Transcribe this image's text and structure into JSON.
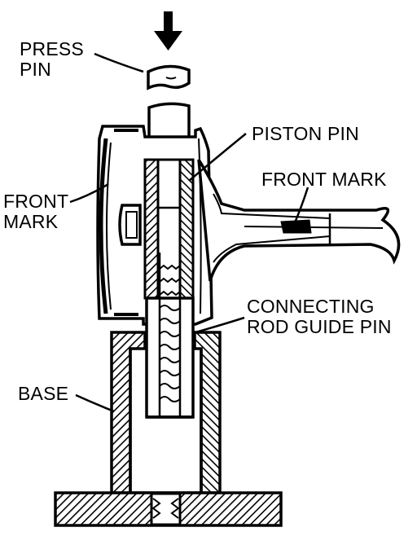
{
  "labels": {
    "press_pin": [
      "PRESS",
      "PIN"
    ],
    "piston_pin": "PISTON PIN",
    "front_mark_right": "FRONT MARK",
    "front_mark_left": [
      "FRONT",
      "MARK"
    ],
    "connecting_rod_guide_pin": [
      "CONNECTING",
      "ROD GUIDE PIN"
    ],
    "base": "BASE"
  },
  "colors": {
    "ink": "#000000",
    "paper": "#ffffff"
  },
  "icons": {
    "press_direction": "down-arrow-icon"
  }
}
